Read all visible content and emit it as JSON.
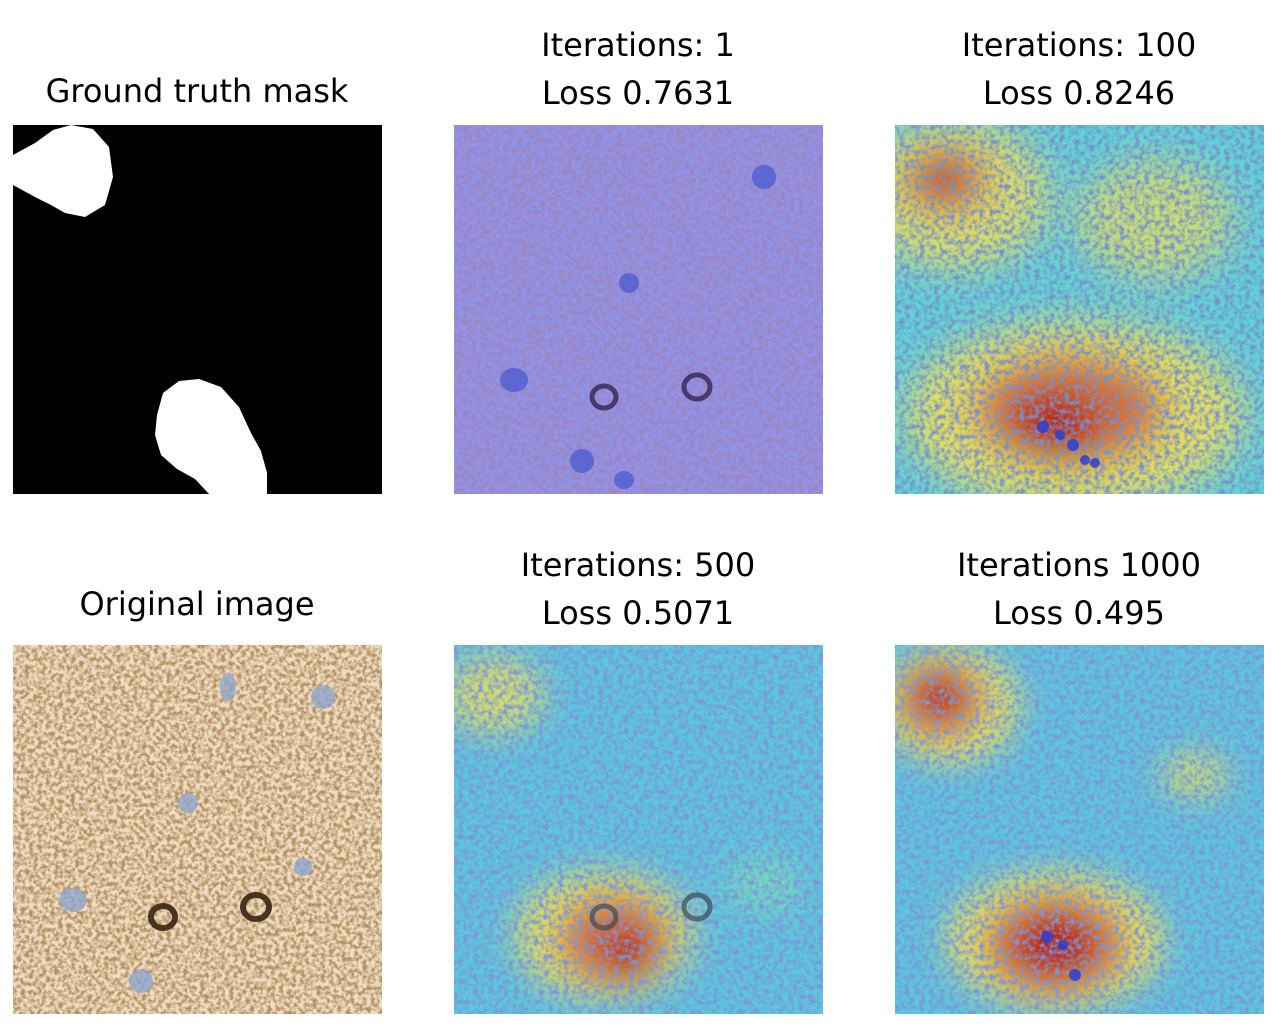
{
  "panels": {
    "mask": {
      "title_line1": "Ground truth mask",
      "bg": "#000000",
      "blob_color": "#ffffff"
    },
    "it1": {
      "title_line1": "Iterations: 1",
      "title_line2": "Loss 0.7631",
      "tint": "#8f93ea"
    },
    "it100": {
      "title_line1": "Iterations: 100",
      "title_line2": "Loss 0.8246"
    },
    "original": {
      "title_line1": "Original image",
      "base": "#e8cfae",
      "stain": "#8a5a2b"
    },
    "it500": {
      "title_line1": "Iterations: 500",
      "title_line2": "Loss 0.5071"
    },
    "it1000": {
      "title_line1": "Iterations 1000",
      "title_line2": "Loss 0.495"
    }
  },
  "colormap": {
    "low": "#5a73e6",
    "mid_low": "#4fd0e0",
    "mid": "#f4e04c",
    "high": "#e06a2c",
    "peak": "#b81f1f"
  }
}
